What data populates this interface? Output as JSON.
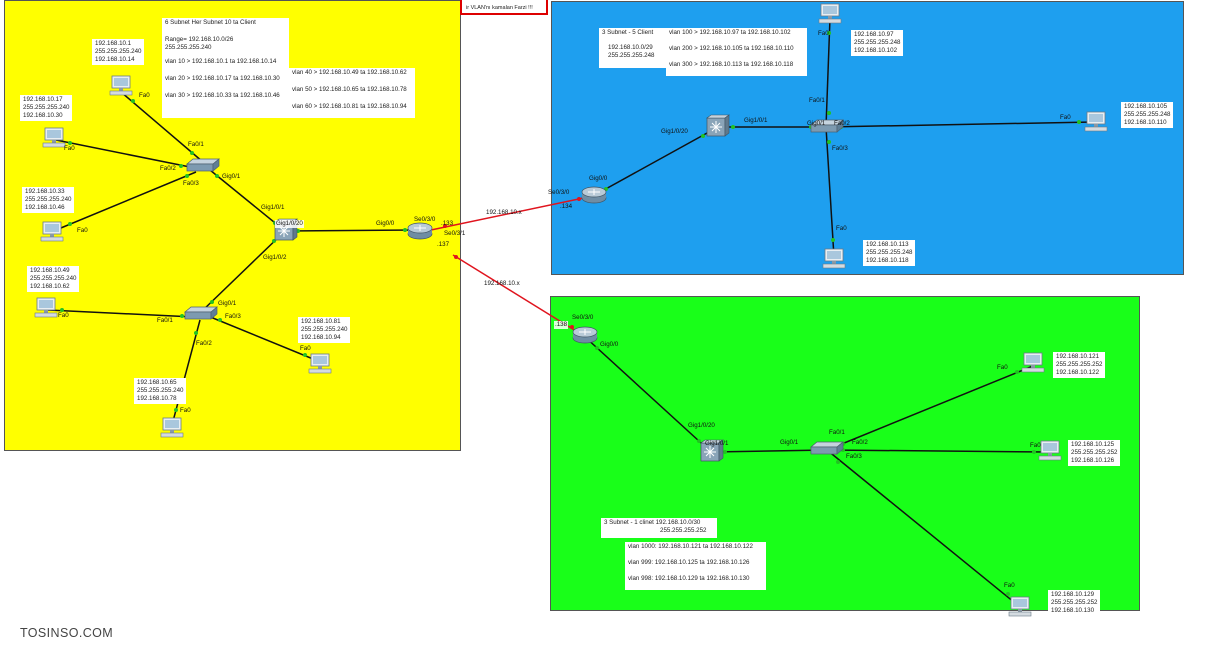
{
  "areas": {
    "yellow_color": "#ffff00",
    "blue_color": "#1e9fef",
    "green_color": "#19ff19"
  },
  "top_note": "ir VLAN'nı kamalan Farzi !!!",
  "watermark": "TOSINSO.COM",
  "yellow_info": {
    "title": "6 Subnet Her Subnet 10 ta Client",
    "range": "Range= 192.168.10.0/26",
    "mask": "255.255.255.240",
    "vlans_left": [
      "vlan 10 > 192.168.10.1 ta 192.168.10.14",
      "vlan 20 > 192.168.10.17 ta 192.168.10.30",
      "vlan 30 > 192.168.10.33 ta 192.168.10.46"
    ],
    "vlans_right": [
      "vlan 40 > 192.168.10.49 ta 192.168.10.62",
      "vlan 50 > 192.168.10.65 ta 192.168.10.78",
      "vlan 60 > 192.168.10.81 ta 192.168.10.94"
    ]
  },
  "blue_info": {
    "title": "3 Subnet - 5 Client",
    "net": "192.168.10.0/29",
    "mask": "255.255.255.248",
    "vlans": [
      "vlan 100 > 192.168.10.97 ta 192.168.10.102",
      "vlan 200 > 192.168.10.105 ta 192.168.10.110",
      "vlan 300 > 192.168.10.113 ta 192.168.10.118"
    ]
  },
  "green_info": {
    "title": "3 Subnet - 1 clinet",
    "net": "192.168.10.0/30",
    "mask": "255.255.255.252",
    "vlans": [
      "vlan 1000: 192.168.10.121 ta 192.168.10.122",
      "vlan 999:  192.168.10.125 ta 192.168.10.126",
      "vlan 998:  192.168.10.129 ta 192.168.10.130"
    ]
  },
  "pc_labels": {
    "y1": [
      "192.168.10.1",
      "255.255.255.240",
      "192.168.10.14"
    ],
    "y2": [
      "192.168.10.17",
      "255.255.255.240",
      "192.168.10.30"
    ],
    "y3": [
      "192.168.10.33",
      "255.255.255.240",
      "192.168.10.46"
    ],
    "y4": [
      "192.168.10.49",
      "255.255.255.240",
      "192.168.10.62"
    ],
    "y5": [
      "192.168.10.65",
      "255.255.255.240",
      "192.168.10.78"
    ],
    "y6": [
      "192.168.10.81",
      "255.255.255.240",
      "192.168.10.94"
    ],
    "b1": [
      "192.168.10.97",
      "255.255.255.248",
      "192.168.10.102"
    ],
    "b2": [
      "192.168.10.105",
      "255.255.255.248",
      "192.168.10.110"
    ],
    "b3": [
      "192.168.10.113",
      "255.255.255.248",
      "192.168.10.118"
    ],
    "g1": [
      "192.168.10.121",
      "255.255.255.252",
      "192.168.10.122"
    ],
    "g2": [
      "192.168.10.125",
      "255.255.255.252",
      "192.168.10.126"
    ],
    "g3": [
      "192.168.10.129",
      "255.255.255.252",
      "192.168.10.130"
    ]
  },
  "ports": {
    "fa0": "Fa0",
    "fa0_1": "Fa0/1",
    "fa0_2": "Fa0/2",
    "fa0_3": "Fa0/3",
    "gig0_0": "Gig0/0",
    "gig0_1": "Gig0/1",
    "gig1_0_1": "Gig1/0/1",
    "gig1_0_2": "Gig1/0/2",
    "gig1_0_20": "Gig1/0/20",
    "se0_3_0": "Se0/3/0",
    "se0_3_1": "Se0/3/1"
  },
  "link_labels": {
    "wan1": "192.168.10.x",
    "wan2": "192.168.10.x",
    "ip133": ".133",
    "ip134": ".134",
    "ip137": ".137",
    "ip138": ".138"
  }
}
